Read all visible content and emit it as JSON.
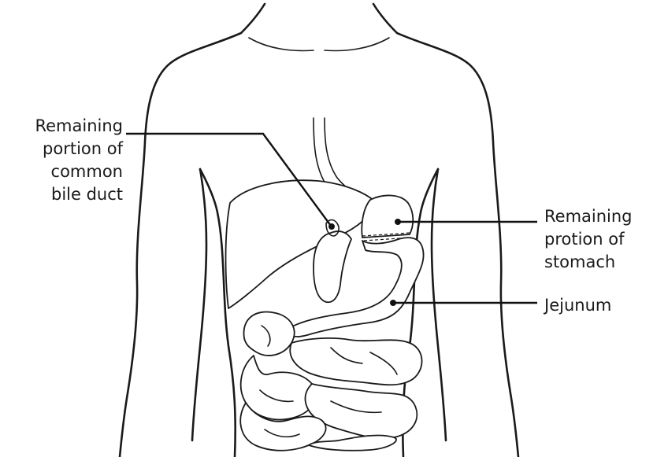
{
  "labels": {
    "bile_duct": [
      "Remaining",
      "portion of",
      "common",
      "bile duct"
    ],
    "stomach": [
      "Remaining",
      "protion of",
      "stomach"
    ],
    "jejunum": [
      "Jejunum"
    ]
  },
  "colors": {
    "line": "#1a1a1a",
    "background": "#ffffff"
  }
}
